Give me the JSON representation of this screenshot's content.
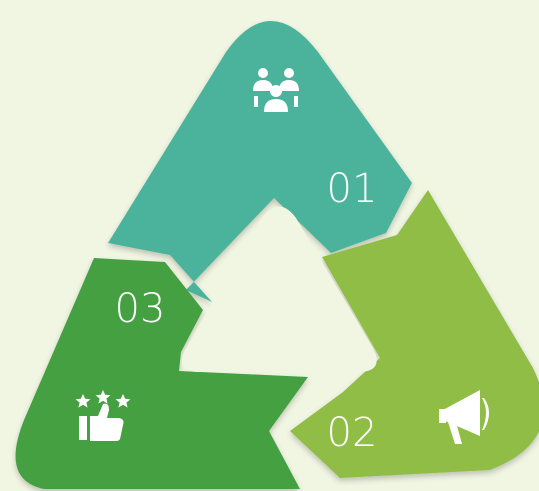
{
  "diagram": {
    "steps": [
      {
        "number": "01",
        "icon": "team-icon",
        "color": "#4cb39b"
      },
      {
        "number": "02",
        "icon": "megaphone-icon",
        "color": "#8fbd45"
      },
      {
        "number": "03",
        "icon": "thumbs-up-rating-icon",
        "color": "#45a043"
      }
    ],
    "background": "#f1f6e3",
    "center_color": "#f1f6e3"
  }
}
